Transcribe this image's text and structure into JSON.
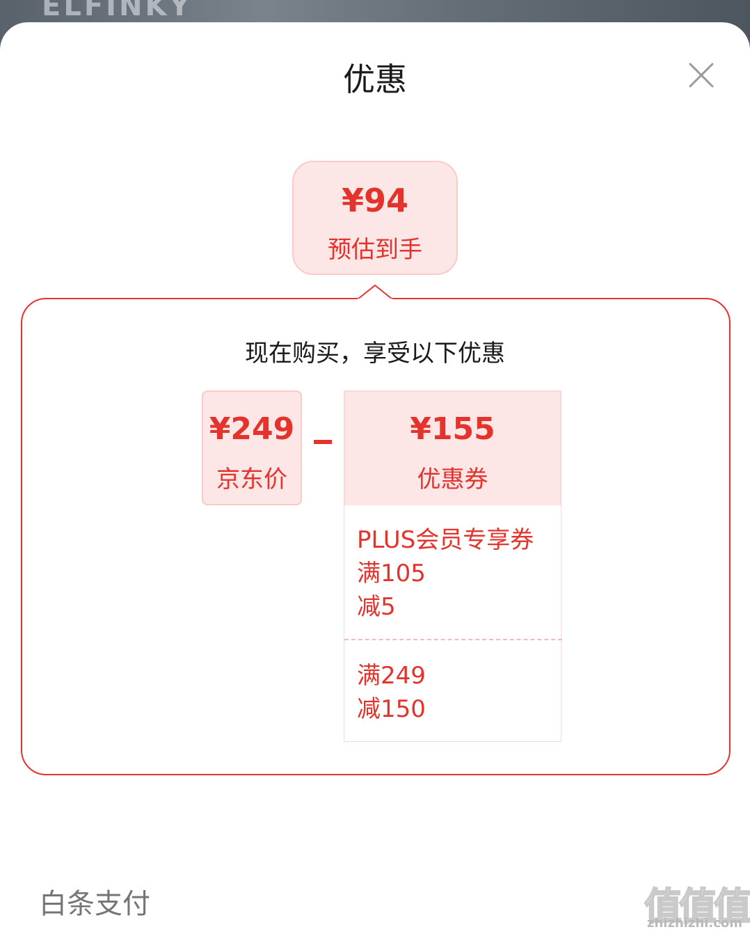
{
  "backdrop": {
    "text": "ELFINKY"
  },
  "sheet": {
    "title": "优惠",
    "close_icon": "close-icon"
  },
  "estimate": {
    "price": "¥94",
    "label": "预估到手"
  },
  "panel": {
    "heading": "现在购买，享受以下优惠",
    "jd_price": {
      "amount": "¥249",
      "label": "京东价"
    },
    "operator": "-",
    "coupon_total": {
      "amount": "¥155",
      "label": "优惠券"
    },
    "coupons": [
      {
        "lines": [
          "PLUS会员专享券",
          "满105",
          "减5"
        ]
      },
      {
        "lines": [
          "满249",
          "减150"
        ]
      }
    ]
  },
  "footer": {
    "pay_label": "白条支付"
  },
  "watermark": {
    "glyphs": "值值值",
    "url": "zhizhizhi.com"
  },
  "colors": {
    "accent": "#e4332c",
    "accent_bg": "#fde6e6",
    "border_light": "#f9caca",
    "title_text": "#1a1a1a",
    "muted_text": "#757575"
  }
}
